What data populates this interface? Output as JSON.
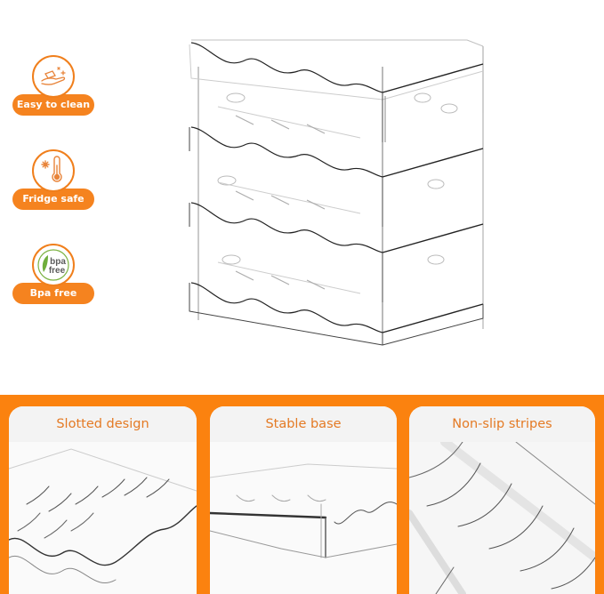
{
  "features": [
    {
      "icon": "clean-hands-icon",
      "label": "Easy to clean"
    },
    {
      "icon": "thermometer-snowflake-icon",
      "label": "Fridge safe"
    },
    {
      "icon": "bpa-free-leaf-icon",
      "label": "Bpa free",
      "badge_line1": "bpa",
      "badge_line2": "free"
    }
  ],
  "hero": {
    "subject": "4-tier stackable clear plastic wine bottle rack"
  },
  "detail_cards": [
    {
      "title": "Slotted design"
    },
    {
      "title": "Stable base"
    },
    {
      "title": "Non-slip stripes"
    }
  ],
  "colors": {
    "accent_orange": "#fb820f",
    "pill_orange": "#f5831f",
    "card_title_orange": "#e47a24",
    "card_header_bg": "#f3f3f3"
  }
}
